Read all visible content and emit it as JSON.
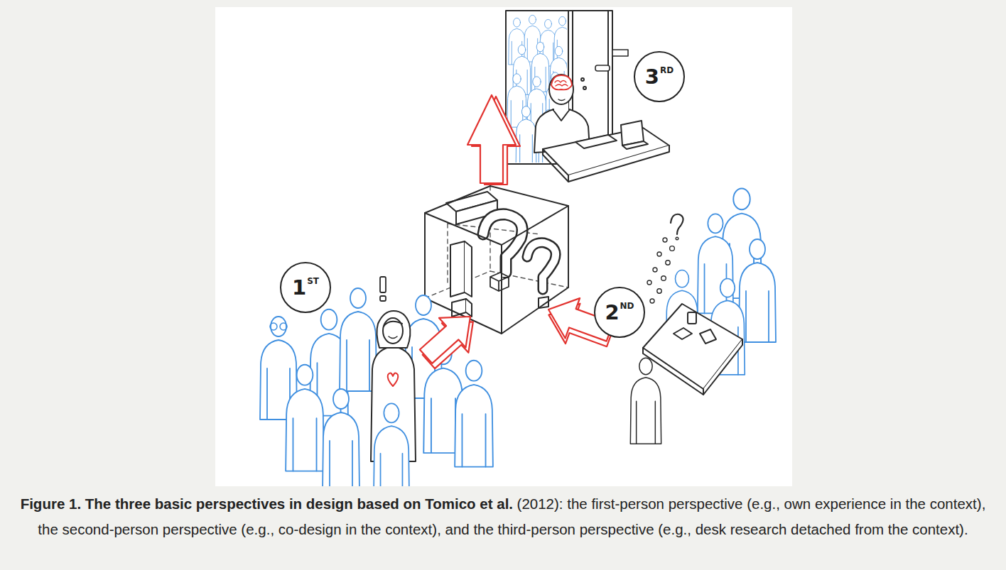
{
  "diagram": {
    "caption": "Figure 1. The three basic perspectives in design based on Tomico et al.",
    "nodes": [
      {
        "text": [
          "1",
          "ST"
        ]
      },
      {
        "text": [
          "2",
          "ND"
        ]
      },
      {
        "text": [
          "3",
          "RD"
        ]
      }
    ],
    "labels": [
      "(2012): the first-person perspective (e.g., own experience in the context), the second-person perspective (e.g., co-design in the context), and the third-person perspective (e.g., desk research detached from the context)."
    ]
  }
}
